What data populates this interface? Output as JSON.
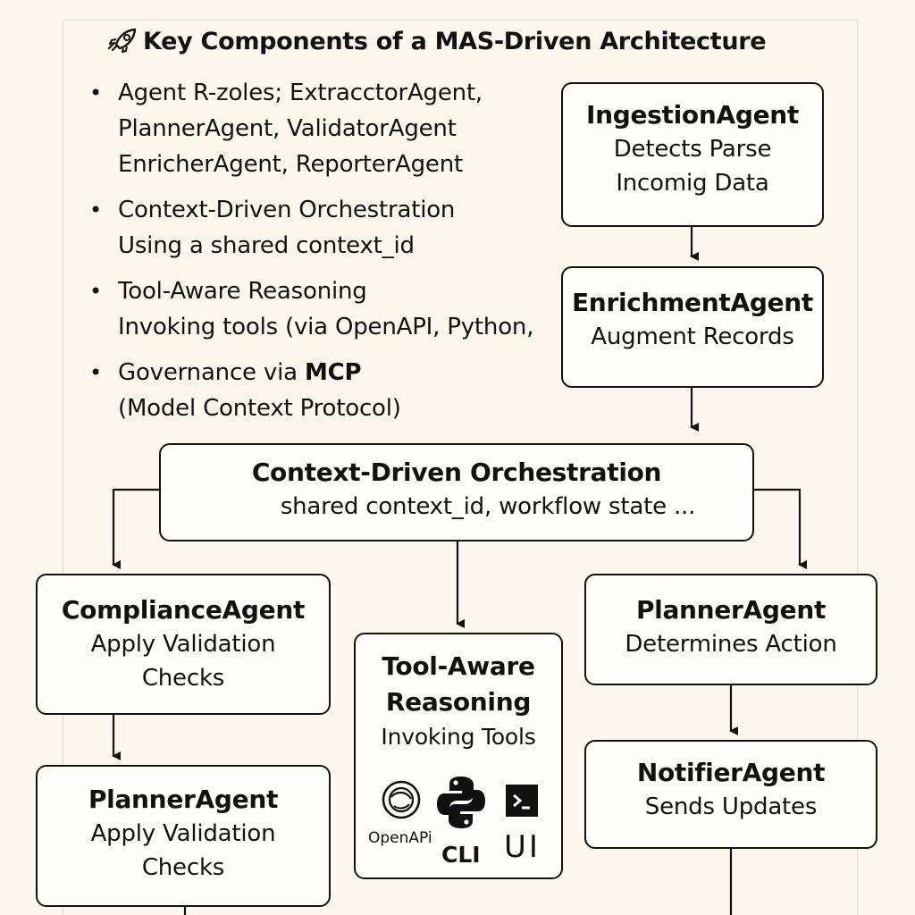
{
  "title": "Key Components of a MAS-Driven Architecture",
  "title_icon": "rocket-icon",
  "bullets": [
    {
      "lines": [
        "Agent R-zoles; ExtracctorAgent,",
        "PlannerAgent, ValidatorAgent",
        "EnricherAgent, ReporterAgent"
      ]
    },
    {
      "lines": [
        "Context-Driven Orchestration",
        "Using a shared context_id"
      ]
    },
    {
      "lines": [
        "Tool-Aware Reasoning",
        "Invoking tools (via OpenAPI, Python,"
      ]
    },
    {
      "line1_prefix": "Governance via ",
      "line1_bold": "MCP",
      "line2": "(Model Context Protocol)"
    }
  ],
  "boxes": {
    "ingestion": {
      "title": "IngestionAgent",
      "lines": [
        "Detects Parse",
        "Incomig Data"
      ]
    },
    "enrichment": {
      "title": "EnrichmentAgent",
      "lines": [
        "Augment Records"
      ]
    },
    "orchestration": {
      "title": "Context-Driven Orchestration",
      "lines": [
        "shared context_id, workflow state ..."
      ]
    },
    "compliance": {
      "title": "ComplianceAgent",
      "lines": [
        "Apply Validation",
        "Checks"
      ]
    },
    "planner_left": {
      "title": "PlannerAgent",
      "lines": [
        "Apply Validation",
        "Checks"
      ]
    },
    "tool_reasoning": {
      "title_lines": [
        "Tool-Aware",
        "Reasoning"
      ],
      "lines": [
        "Invoking Tools"
      ]
    },
    "planner_right": {
      "title": "PlannerAgent",
      "lines": [
        "Determines Action"
      ]
    },
    "notifier": {
      "title": "NotifierAgent",
      "lines": [
        "Sends Updates"
      ]
    }
  },
  "tools": {
    "openapi_label": "OpenAPi",
    "cli_label": "CLI",
    "ui_label": "UI",
    "icons": [
      "openapi-icon",
      "python-icon",
      "terminal-icon"
    ]
  },
  "colors": {
    "background": "#fbf6ee",
    "box_fill": "#fffdf9",
    "stroke": "#111111",
    "python_blue": "#111111"
  }
}
